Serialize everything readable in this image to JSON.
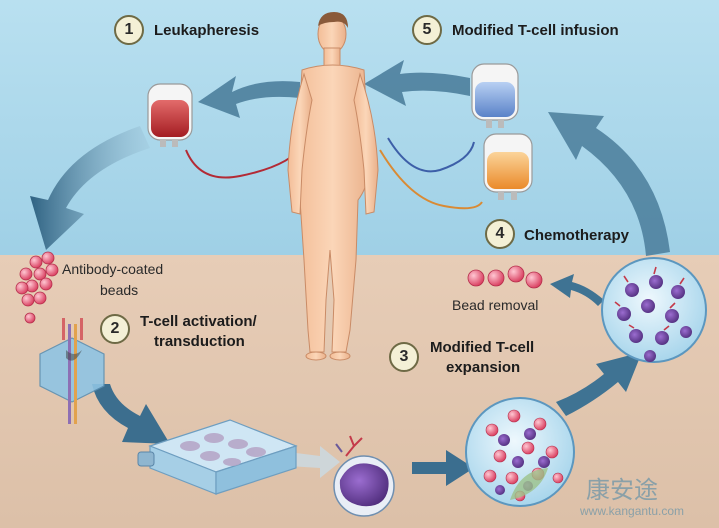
{
  "steps": [
    {
      "num": "1",
      "label": "Leukapheresis"
    },
    {
      "num": "2",
      "label": "T-cell activation/ transduction",
      "line1": "T-cell activation/",
      "line2": "transduction"
    },
    {
      "num": "3",
      "label": "Modified T-cell expansion",
      "line1": "Modified T-cell",
      "line2": "expansion"
    },
    {
      "num": "4",
      "label": "Chemotherapy"
    },
    {
      "num": "5",
      "label": "Modified T-cell infusion"
    }
  ],
  "annotations": {
    "beads_line1": "Antibody-coated",
    "beads_line2": "beads",
    "bead_removal": "Bead removal"
  },
  "watermark": {
    "chinese": "康安途",
    "url": "www.kangantu.com"
  },
  "colors": {
    "sky": "#a8d7ea",
    "ground": "#e4cbb5",
    "arrow": "#4f7f9b",
    "blood": "#b8262c",
    "bead": "#e24766",
    "cell": "#6a3b9a",
    "orange_bag": "#f0a24a",
    "blue_bag": "#6f97d6",
    "skin": "#f6c7a4"
  }
}
